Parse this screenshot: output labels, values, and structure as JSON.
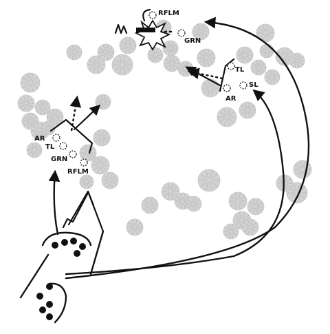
{
  "diagram": {
    "teams": [
      {
        "id": "west",
        "members": [
          "AR",
          "TL",
          "GRN",
          "RFLM"
        ]
      },
      {
        "id": "east",
        "members": [
          "TL",
          "AR",
          "SL"
        ]
      },
      {
        "id": "objective",
        "members": [
          "RFLM",
          "GRN"
        ]
      }
    ],
    "labels": {
      "west_ar": "AR",
      "west_tl": "TL",
      "west_grn": "GRN",
      "west_rflm": "RFLM",
      "east_tl": "TL",
      "east_ar": "AR",
      "east_sl": "SL",
      "obj_rflm": "RFLM",
      "obj_grn": "GRN"
    },
    "icons": {
      "vegetation": "tree-canopy-icon",
      "explosion": "explosion-icon",
      "rifleman": "soldier-icon"
    },
    "colors": {
      "ink": "#111111",
      "vegetation": "#d2d2d2",
      "background": "#ffffff"
    }
  }
}
